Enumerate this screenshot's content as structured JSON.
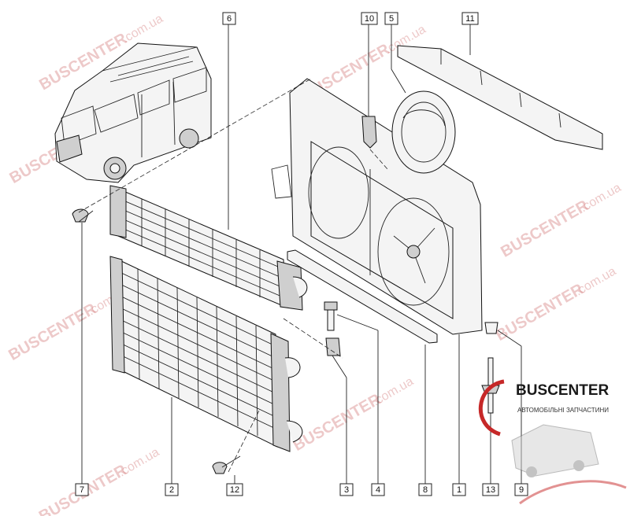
{
  "callouts": {
    "c1": "1",
    "c2": "2",
    "c3": "3",
    "c4": "4",
    "c5": "5",
    "c6": "6",
    "c7": "7",
    "c8": "8",
    "c9": "9",
    "c10": "10",
    "c11": "11",
    "c12": "12",
    "c13": "13"
  },
  "watermark": {
    "brand": "BUSCENTER",
    "domain": ".com.ua"
  },
  "logo": {
    "name": "BUSCENTER",
    "tagline": "АВТОМОБІЛЬНІ ЗАПЧАСТИНИ"
  },
  "colors": {
    "watermark": "#d98888",
    "logo_red": "#c62828",
    "line": "#222222"
  }
}
